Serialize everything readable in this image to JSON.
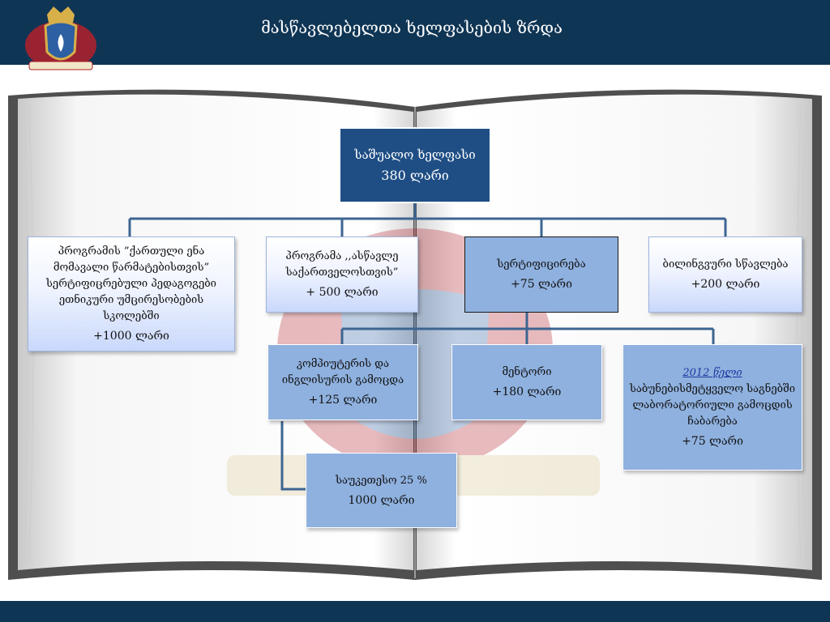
{
  "header": {
    "title": "მასწავლებელთა ხელფასების ზრდა"
  },
  "colors": {
    "header_bg": "#0f3555",
    "box_dark": "#1f4e85",
    "box_light": "#8fb1df",
    "connector": "#3d6591"
  },
  "root": {
    "label": "საშუალო ხელფასი",
    "value": "380 ლარი"
  },
  "row1": [
    {
      "label": "პროგრამის ”ქართული ენა მომავალი წარმატებისთვის” სერტიფიცრებული პედაგოგები ეთნიკური უმცირესობების სკოლებში",
      "value": "+1000 ლარი"
    },
    {
      "label": "პროგრამა ,,ასწავლე საქართველოსთვის”",
      "value": "+ 500 ლარი"
    },
    {
      "label": "სერტიფიცირება",
      "value": "+75 ლარი"
    },
    {
      "label": "ბილინგვური სწავლება",
      "value": "+200 ლარი"
    }
  ],
  "row2": [
    {
      "label": "კომპიუტერის და ინგლისურის გამოცდა",
      "value": "+125 ლარი"
    },
    {
      "label": "მენტორი",
      "value": "+180 ლარი"
    },
    {
      "year": "2012 წელი",
      "label": "საბუნებისმეტყველო საგნებში ლაბორატორიული გამოცდის ჩაბარება",
      "value": "+75 ლარი"
    }
  ],
  "best": {
    "label": "საუკეთესო 25 %",
    "value": "1000 ლარი"
  }
}
